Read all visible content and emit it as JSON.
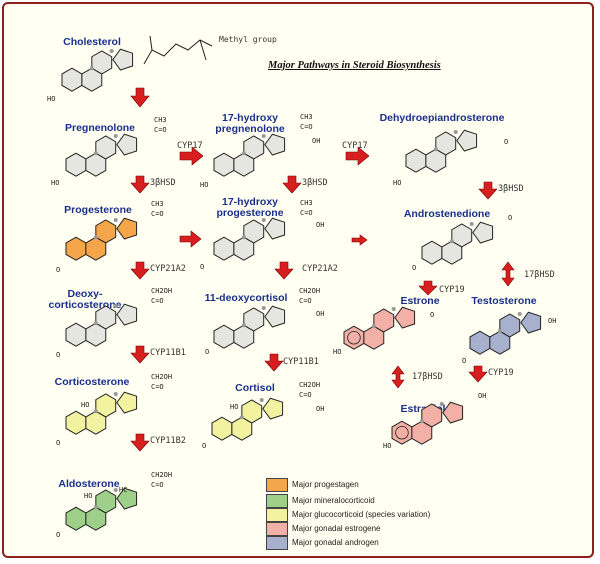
{
  "title": "Major Pathways in Steroid Biosynthesis",
  "methyl_label": "Methyl group",
  "colors": {
    "progestagen": "#f5a64a",
    "mineralocorticoid": "#9fd08a",
    "glucocorticoid": "#f2f2a0",
    "estrogen": "#f2b0a6",
    "androgen": "#a7b0cc",
    "neutral": "#e6e6e0",
    "arrow": "#d81f1f",
    "label": "#1a2f8c"
  },
  "compounds": {
    "cholesterol": "Cholesterol",
    "pregnenolone": "Pregnenolone",
    "hydroxypregnenolone": "17-hydroxy\npregnenolone",
    "dhea": "Dehydroepiandrosterone",
    "progesterone": "Progesterone",
    "hydroxyprogesterone": "17-hydroxy\nprogesterone",
    "androstenedione": "Androstenedione",
    "deoxycorticosterone": "Deoxy-\ncorticosterone",
    "deoxycortisol": "11-deoxycortisol",
    "estrone": "Estrone",
    "testosterone": "Testosterone",
    "corticosterone": "Corticosterone",
    "cortisol": "Cortisol",
    "estradiol": "Estradiol",
    "aldosterone": "Aldosterone"
  },
  "enzymes": {
    "cyp17_a": "CYP17",
    "cyp17_b": "CYP17",
    "hsd_a": "3βHSD",
    "hsd_b": "3βHSD",
    "hsd_c": "3βHSD",
    "cyp21_a": "CYP21A2",
    "cyp21_b": "CYP21A2",
    "hsd17_a": "17βHSD",
    "hsd17_b": "17βHSD",
    "cyp19_a": "CYP19",
    "cyp19_b": "CYP19",
    "cyp11b1_a": "CYP11B1",
    "cyp11b1_b": "CYP11B1",
    "cyp11b2": "CYP11B2"
  },
  "groups": {
    "ho": "HO",
    "o": "O",
    "oh": "OH",
    "ch3": "CH3",
    "c_eq_o": "C=O",
    "ch2oh": "CH2OH",
    "hc": "HC",
    "hc_o": "HC",
    "ho_c": "HO"
  },
  "legend": [
    {
      "label": "Major progestagen",
      "color": "#f5a64a"
    },
    {
      "label": "Major mineralocorticoid",
      "color": "#9fd08a"
    },
    {
      "label": "Major glucocorticoid (species variation)",
      "color": "#f2f2a0"
    },
    {
      "label": "Major gonadal estrogene",
      "color": "#f2b0a6"
    },
    {
      "label": "Major gonadal androgen",
      "color": "#a7b0cc"
    }
  ]
}
